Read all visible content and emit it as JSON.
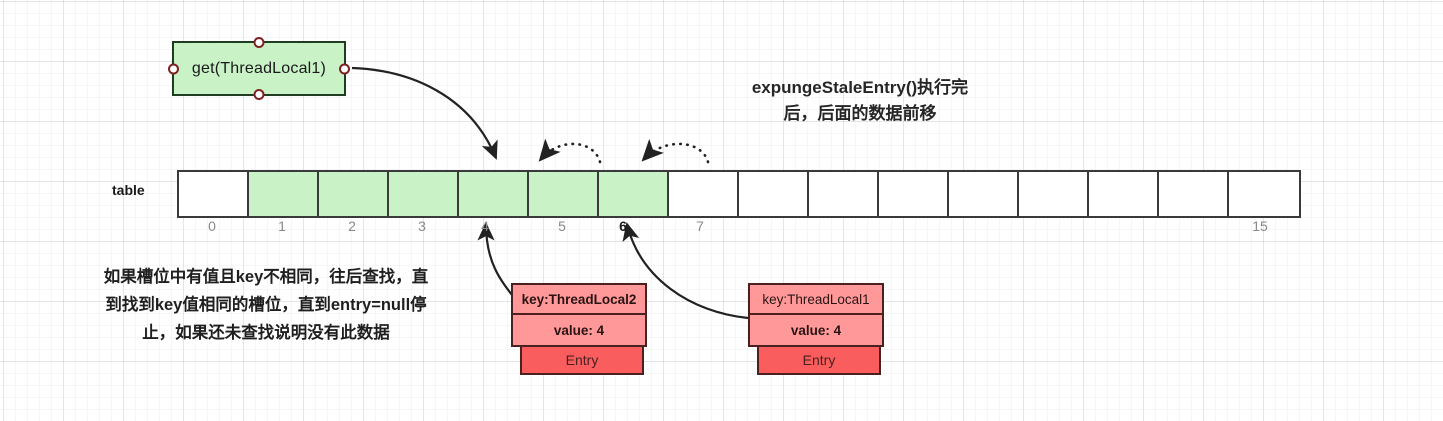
{
  "diagram": {
    "title_lines": [
      "expungeStaleEntry()执行完",
      "后，后面的数据前移"
    ],
    "description_lines": [
      "如果槽位中有值且key不相同，往后查找，直",
      "到找到key值相同的槽位，直到entry=null停",
      "止，如果还未查找说明没有此数据"
    ],
    "colors": {
      "green_fill": "#C9F2C7",
      "green_stroke": "#1f3d20",
      "entry_fill": "#FF9999",
      "entry_footer_fill": "#FA5D5D",
      "entry_stroke": "#4A2020",
      "table_stroke": "#3A3A3A",
      "handle_stroke": "#7D2020",
      "arrow_color": "#222222",
      "index_color": "#8A8A8A",
      "index_highlight_color": "#1A1A1A"
    }
  },
  "get_node": {
    "label": "get(ThreadLocal1)"
  },
  "table": {
    "label": "table",
    "cell_count": 16,
    "green_cells": [
      1,
      2,
      3,
      4,
      5,
      6
    ],
    "indices": [
      {
        "slot": 0,
        "label": "0",
        "highlight": false
      },
      {
        "slot": 1,
        "label": "1",
        "highlight": false
      },
      {
        "slot": 2,
        "label": "2",
        "highlight": false
      },
      {
        "slot": 3,
        "label": "3",
        "highlight": false
      },
      {
        "slot": 4,
        "label": "4",
        "highlight": false
      },
      {
        "slot": 5,
        "label": "5",
        "highlight": false
      },
      {
        "slot": 6,
        "label": "6",
        "highlight": true
      },
      {
        "slot": 7,
        "label": "7",
        "highlight": false
      },
      {
        "slot": 15,
        "label": "15",
        "highlight": false
      }
    ]
  },
  "entries": [
    {
      "id": "left",
      "key": "key:ThreadLocal2",
      "key_bold": true,
      "value": "value: 4",
      "value_bold": true,
      "footer": "Entry",
      "points_to_slot": 4
    },
    {
      "id": "right",
      "key": "key:ThreadLocal1",
      "key_bold": false,
      "value": "value: 4",
      "value_bold": true,
      "footer": "Entry",
      "points_to_slot": 6
    }
  ],
  "arrows": {
    "get_to_slot4": "curved solid arrow from get(ThreadLocal1) right handle down to table slot 4",
    "shift_arcs": [
      "dotted arc from slot 6 to slot 5",
      "dotted arc from slot 7 to slot 6"
    ]
  }
}
